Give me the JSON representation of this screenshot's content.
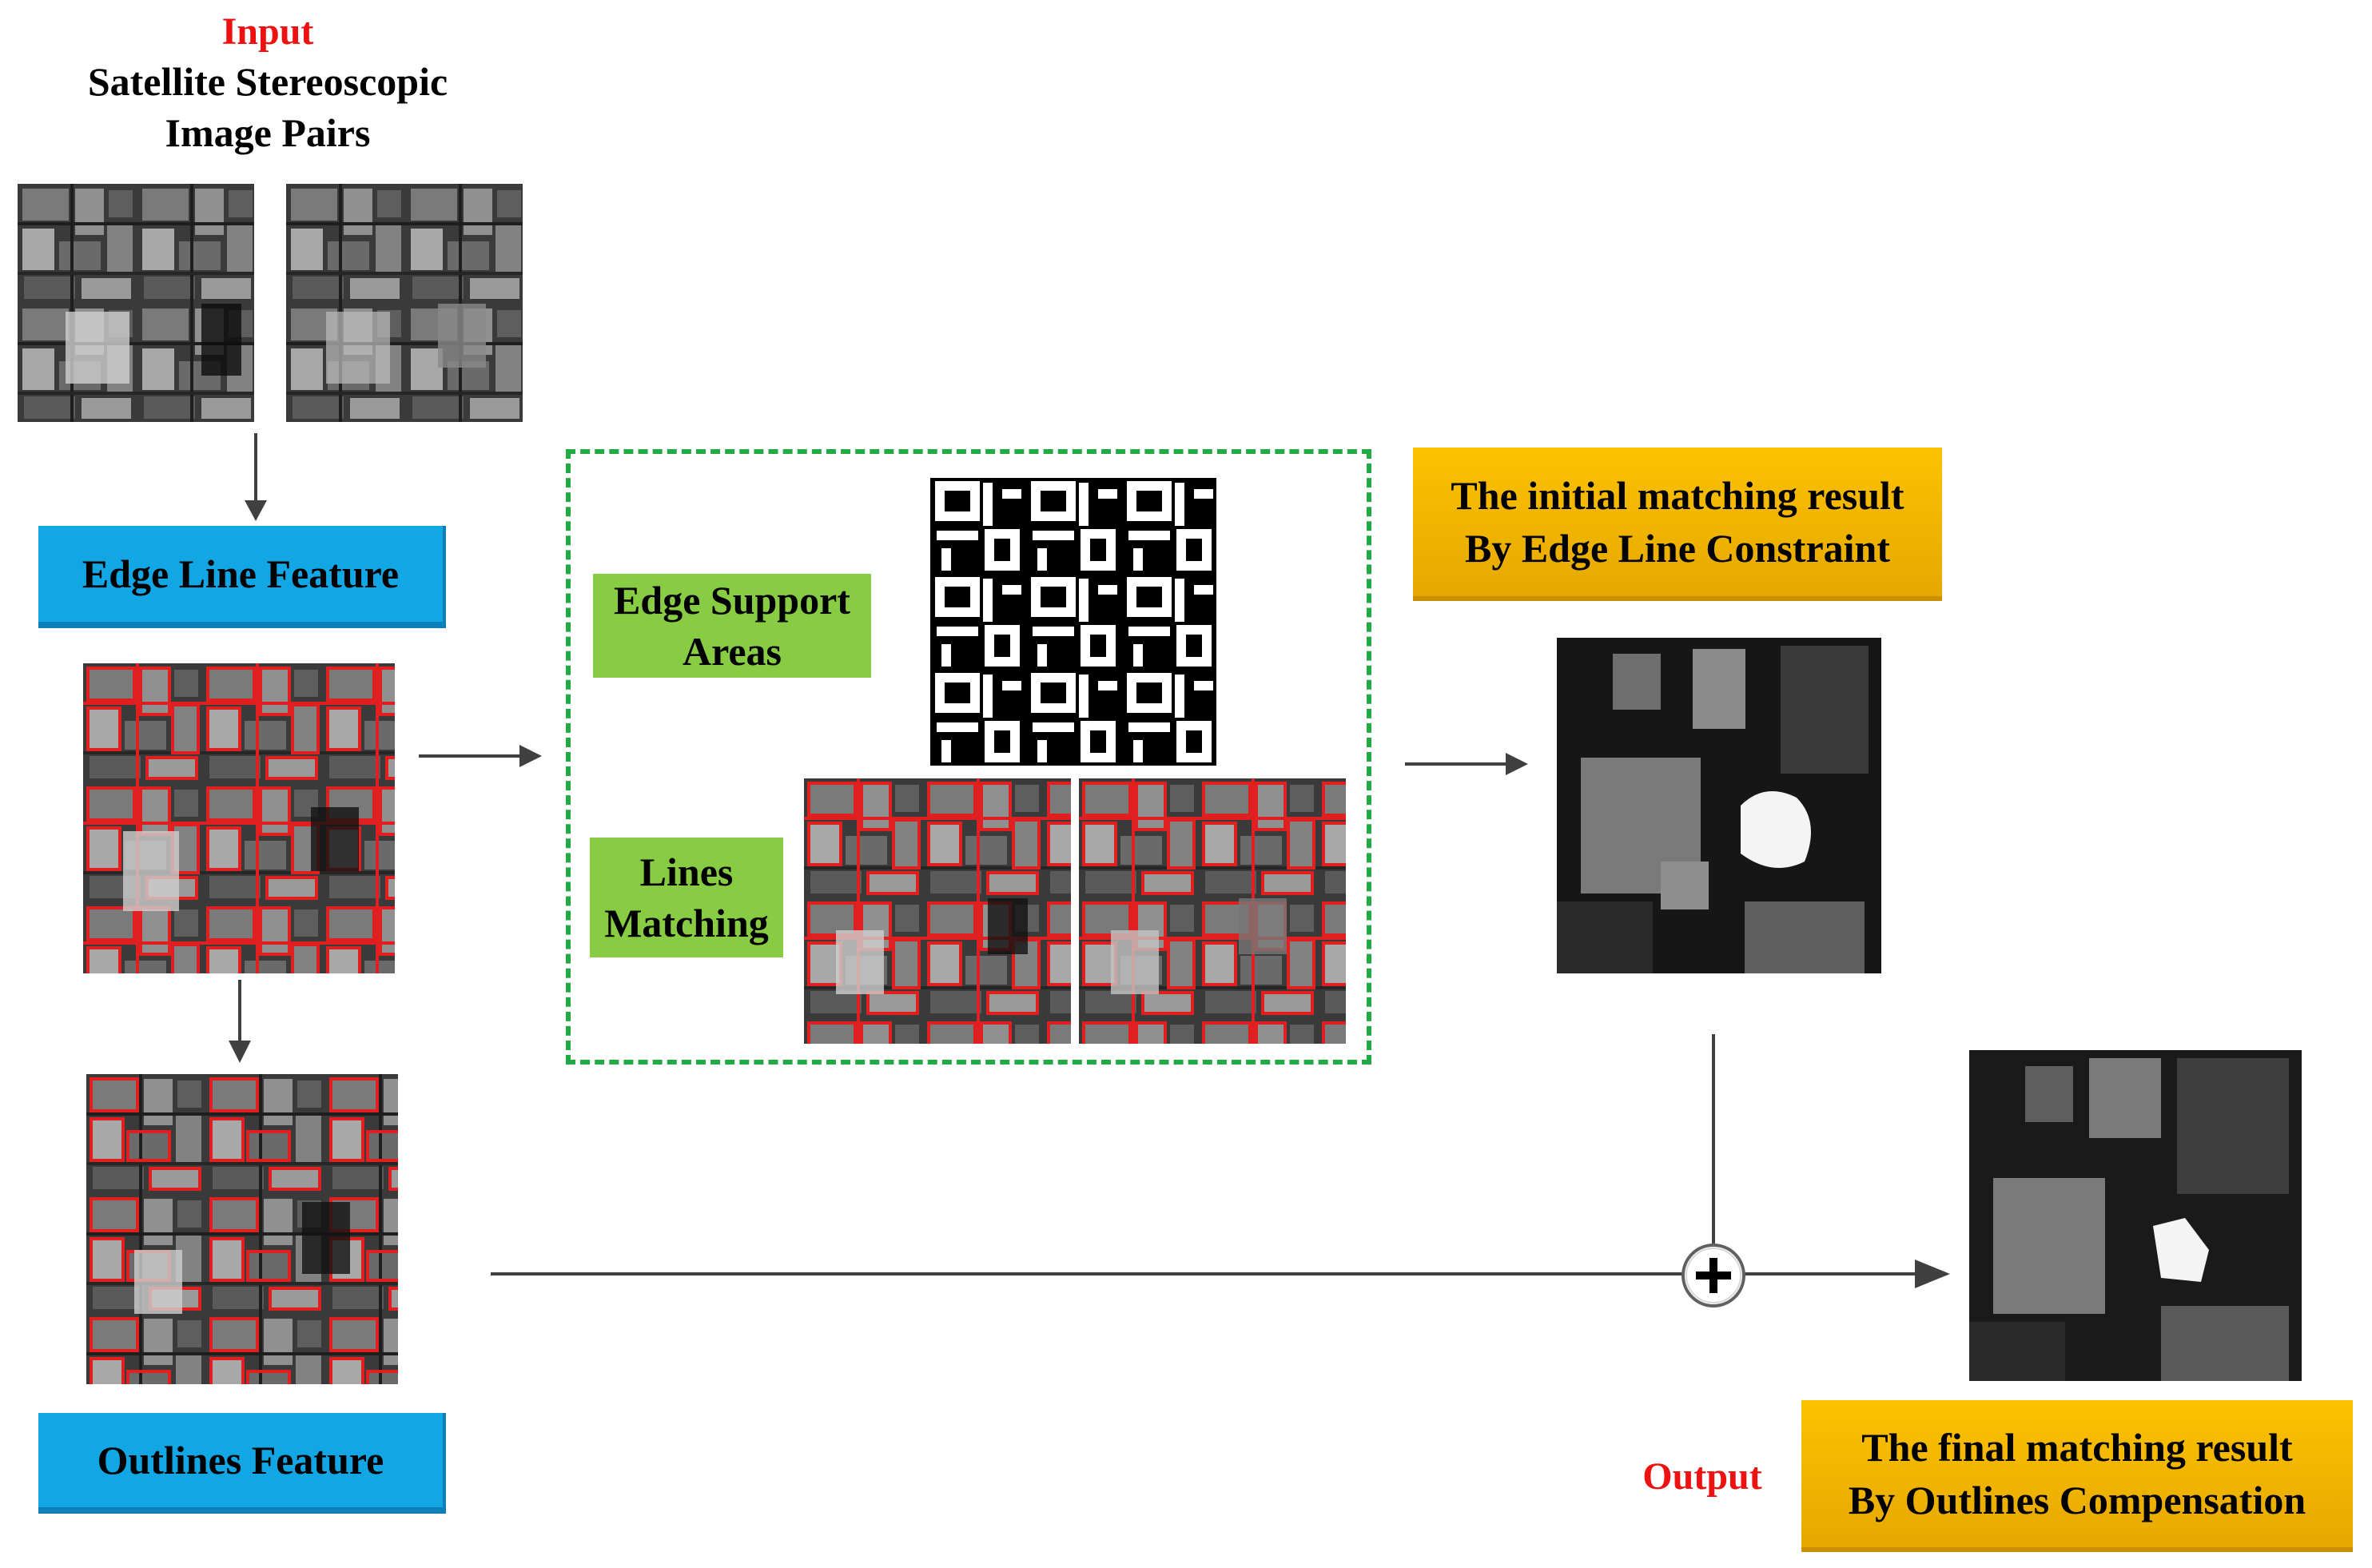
{
  "input": {
    "tag": "Input",
    "title_line1": "Satellite Stereoscopic",
    "title_line2": "Image Pairs"
  },
  "boxes": {
    "edge_line_feature": "Edge Line Feature",
    "outlines_feature": "Outlines Feature",
    "edge_support_line1": "Edge Support",
    "edge_support_line2": "Areas",
    "lines_matching_line1": "Lines",
    "lines_matching_line2": "Matching",
    "initial_line1": "The initial matching result",
    "initial_line2": "By Edge Line Constraint",
    "final_line1": "The final matching result",
    "final_line2": "By Outlines Compensation"
  },
  "output": {
    "tag": "Output"
  },
  "colors": {
    "red_text": "#ee1111",
    "blue_box": "#12a6e4",
    "green_box": "#88cc44",
    "orange_box": "#fcc200",
    "dashed_border": "#22aa44",
    "arrow": "#404040",
    "feature_lines": "#e02020"
  },
  "icons": {
    "plus": "plus-circle-icon"
  }
}
